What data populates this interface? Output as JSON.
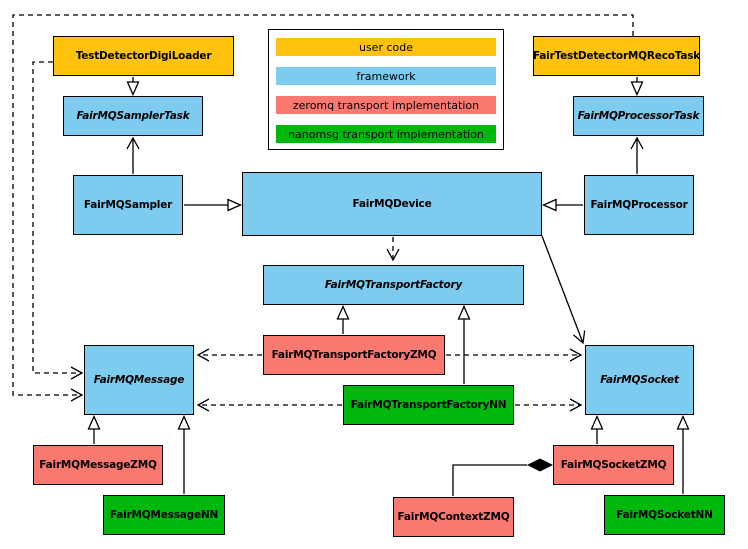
{
  "legend": {
    "items": [
      {
        "label": "user code",
        "color": "#FFC20E"
      },
      {
        "label": "framework",
        "color": "#7DCBEF"
      },
      {
        "label": "zeromq transport implementation",
        "color": "#F9786F"
      },
      {
        "label": "nanomsg transport implementation",
        "color": "#00B80B"
      }
    ]
  },
  "classes": {
    "loader": {
      "label": "TestDetectorDigiLoader",
      "abstract": false,
      "category": "user code"
    },
    "reco_task": {
      "label": "FairTestDetectorMQRecoTask",
      "abstract": false,
      "category": "user code"
    },
    "sampler_task": {
      "label": "FairMQSamplerTask",
      "abstract": true,
      "category": "framework"
    },
    "processor_task": {
      "label": "FairMQProcessorTask",
      "abstract": true,
      "category": "framework"
    },
    "sampler": {
      "label": "FairMQSampler",
      "abstract": false,
      "category": "framework"
    },
    "device": {
      "label": "FairMQDevice",
      "abstract": false,
      "category": "framework"
    },
    "processor": {
      "label": "FairMQProcessor",
      "abstract": false,
      "category": "framework"
    },
    "factory": {
      "label": "FairMQTransportFactory",
      "abstract": true,
      "category": "framework"
    },
    "factory_zmq": {
      "label": "FairMQTransportFactoryZMQ",
      "abstract": false,
      "category": "zeromq transport implementation"
    },
    "factory_nn": {
      "label": "FairMQTransportFactoryNN",
      "abstract": false,
      "category": "nanomsg transport implementation"
    },
    "message": {
      "label": "FairMQMessage",
      "abstract": true,
      "category": "framework"
    },
    "socket": {
      "label": "FairMQSocket",
      "abstract": true,
      "category": "framework"
    },
    "message_zmq": {
      "label": "FairMQMessageZMQ",
      "abstract": false,
      "category": "zeromq transport implementation"
    },
    "message_nn": {
      "label": "FairMQMessageNN",
      "abstract": false,
      "category": "nanomsg transport implementation"
    },
    "context_zmq": {
      "label": "FairMQContextZMQ",
      "abstract": false,
      "category": "zeromq transport implementation"
    },
    "socket_zmq": {
      "label": "FairMQSocketZMQ",
      "abstract": false,
      "category": "zeromq transport implementation"
    },
    "socket_nn": {
      "label": "FairMQSocketNN",
      "abstract": false,
      "category": "nanomsg transport implementation"
    }
  },
  "relationships": [
    {
      "from": "TestDetectorDigiLoader",
      "to": "FairMQSamplerTask",
      "type": "inheritance",
      "line": "solid",
      "head": "hollow-triangle"
    },
    {
      "from": "FairTestDetectorMQRecoTask",
      "to": "FairMQProcessorTask",
      "type": "inheritance",
      "line": "solid",
      "head": "hollow-triangle"
    },
    {
      "from": "FairMQSampler",
      "to": "FairMQDevice",
      "type": "inheritance",
      "line": "solid",
      "head": "hollow-triangle"
    },
    {
      "from": "FairMQProcessor",
      "to": "FairMQDevice",
      "type": "inheritance",
      "line": "solid",
      "head": "hollow-triangle"
    },
    {
      "from": "FairMQTransportFactoryZMQ",
      "to": "FairMQTransportFactory",
      "type": "inheritance",
      "line": "solid",
      "head": "hollow-triangle"
    },
    {
      "from": "FairMQTransportFactoryNN",
      "to": "FairMQTransportFactory",
      "type": "inheritance",
      "line": "solid",
      "head": "hollow-triangle"
    },
    {
      "from": "FairMQMessageZMQ",
      "to": "FairMQMessage",
      "type": "inheritance",
      "line": "solid",
      "head": "hollow-triangle"
    },
    {
      "from": "FairMQMessageNN",
      "to": "FairMQMessage",
      "type": "inheritance",
      "line": "solid",
      "head": "hollow-triangle"
    },
    {
      "from": "FairMQSocketZMQ",
      "to": "FairMQSocket",
      "type": "inheritance",
      "line": "solid",
      "head": "hollow-triangle"
    },
    {
      "from": "FairMQSocketNN",
      "to": "FairMQSocket",
      "type": "inheritance",
      "line": "solid",
      "head": "hollow-triangle"
    },
    {
      "from": "FairMQSampler",
      "to": "FairMQSamplerTask",
      "type": "association",
      "line": "solid",
      "head": "open-arrow"
    },
    {
      "from": "FairMQProcessor",
      "to": "FairMQProcessorTask",
      "type": "association",
      "line": "solid",
      "head": "open-arrow"
    },
    {
      "from": "FairMQDevice",
      "to": "FairMQSocket",
      "type": "association",
      "line": "solid",
      "head": "open-arrow"
    },
    {
      "from": "TestDetectorDigiLoader",
      "to": "FairMQMessage",
      "type": "dependency",
      "line": "dashed",
      "head": "open-arrow"
    },
    {
      "from": "FairTestDetectorMQRecoTask",
      "to": "FairMQMessage",
      "type": "dependency",
      "line": "dashed",
      "head": "open-arrow"
    },
    {
      "from": "FairMQDevice",
      "to": "FairMQTransportFactory",
      "type": "dependency",
      "line": "dashed",
      "head": "open-arrow"
    },
    {
      "from": "FairMQTransportFactoryZMQ",
      "to": "FairMQMessage",
      "type": "dependency",
      "line": "dashed",
      "head": "open-arrow"
    },
    {
      "from": "FairMQTransportFactoryNN",
      "to": "FairMQMessage",
      "type": "dependency",
      "line": "dashed",
      "head": "open-arrow"
    },
    {
      "from": "FairMQTransportFactoryZMQ",
      "to": "FairMQSocket",
      "type": "dependency",
      "line": "dashed",
      "head": "open-arrow"
    },
    {
      "from": "FairMQTransportFactoryNN",
      "to": "FairMQSocket",
      "type": "dependency",
      "line": "dashed",
      "head": "open-arrow"
    },
    {
      "from": "FairMQContextZMQ",
      "to": "FairMQSocketZMQ",
      "type": "composition",
      "line": "solid",
      "head": "filled-diamond"
    }
  ]
}
